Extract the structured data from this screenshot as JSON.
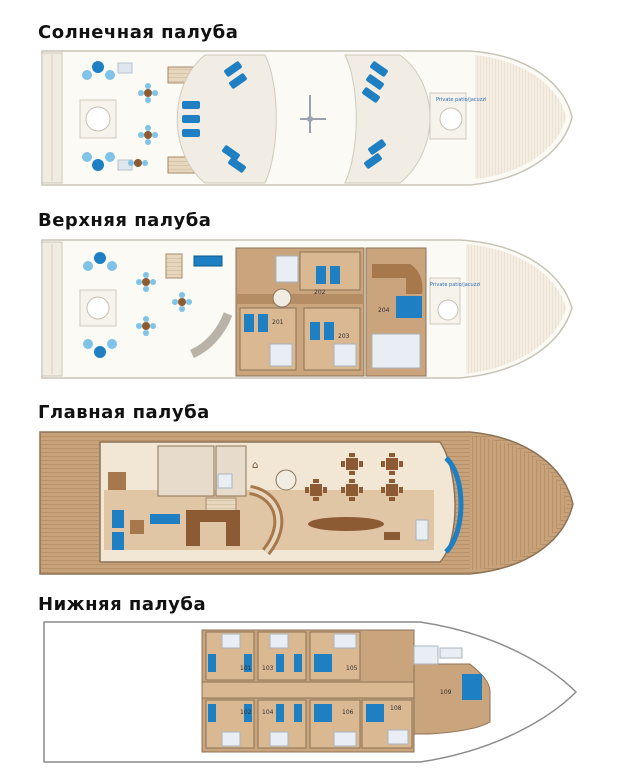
{
  "decks": [
    {
      "key": "sun",
      "title": "Солнечная палуба",
      "labels": {
        "jacuzzi": "Private patio/jacuzzi"
      }
    },
    {
      "key": "upper",
      "title": "Верхняя палуба",
      "labels": {
        "jacuzzi": "Private patio/jacuzzi"
      },
      "cabins": [
        "201",
        "202",
        "203",
        "204"
      ]
    },
    {
      "key": "main",
      "title": "Главная палуба"
    },
    {
      "key": "lower",
      "title": "Нижняя палуба",
      "cabins": [
        "101",
        "102",
        "103",
        "104",
        "105",
        "106",
        "108",
        "109"
      ]
    }
  ],
  "colors": {
    "hull": "#fbfaf5",
    "outline": "#c8c4b8",
    "wood": "#e9dfc9",
    "floor": "#c9a47d",
    "floor_dark": "#8c5a33",
    "bed_blue": "#1e7fc3",
    "water": "#7fc3e6"
  }
}
